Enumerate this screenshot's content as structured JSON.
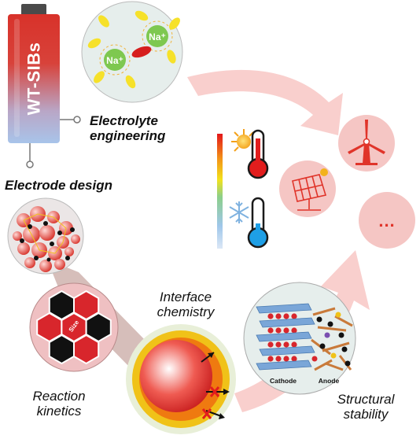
{
  "battery": {
    "label": "WT-SIBs"
  },
  "strategies": {
    "electrolyte": {
      "line1": "Electrolyte",
      "line2": "engineering"
    },
    "electrode": {
      "label": "Electrode design"
    }
  },
  "ions": [
    {
      "label": "Na⁺"
    },
    {
      "label": "Na⁺"
    }
  ],
  "mechanisms": {
    "interface": {
      "line1": "Interface",
      "line2": "chemistry"
    },
    "reaction": {
      "line1": "Reaction",
      "line2": "kinetics"
    },
    "structural": {
      "line1": "Structural",
      "line2": "stability"
    }
  },
  "size_hexagon": {
    "label": "Size"
  },
  "structure_panel": {
    "cathode": "Cathode",
    "anode": "Anode"
  },
  "applications": {
    "more": "..."
  },
  "icons": [
    "battery-icon",
    "sun-icon",
    "snowflake-icon",
    "hot-thermometer-icon",
    "cold-thermometer-icon",
    "solar-panel-icon",
    "wind-turbine-icon"
  ],
  "colors": {
    "battery_red": "#d8322a",
    "battery_blue": "#aac4e6",
    "arrow_pink": "#f9cfcd",
    "circle_fill": "#f5c6c4",
    "sodium_green": "#7ec850",
    "anion_red": "#d61e1e",
    "hot_red": "#e21d1d",
    "cold_blue": "#1e9fe6"
  }
}
